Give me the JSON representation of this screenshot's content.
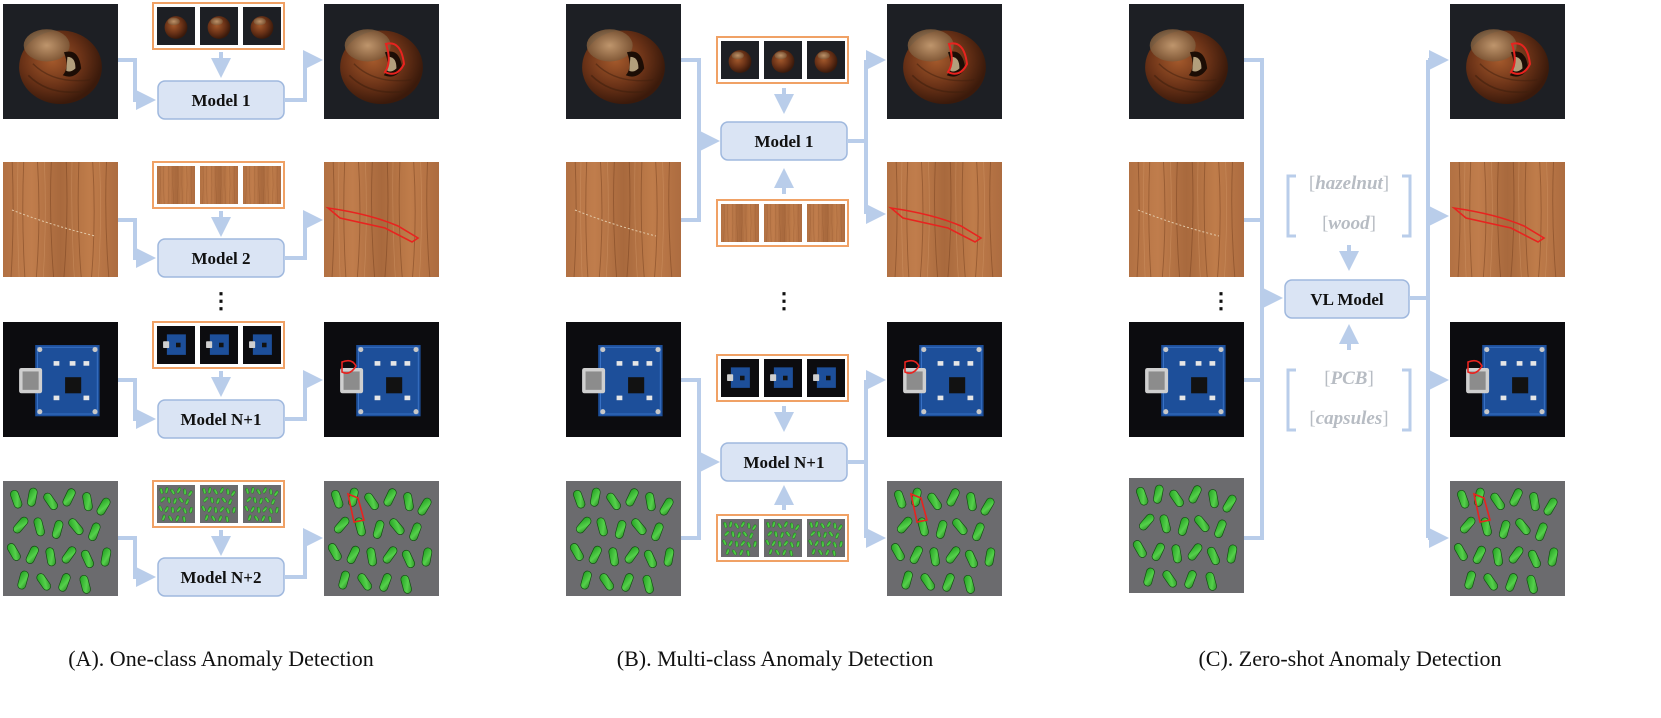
{
  "panels": {
    "a": {
      "caption": "(A). One-class Anomaly Detection",
      "models": [
        "Model 1",
        "Model 2",
        "Model N+1",
        "Model N+2"
      ]
    },
    "b": {
      "caption": "(B). Multi-class Anomaly Detection",
      "models": [
        "Model 1",
        "Model N+1"
      ]
    },
    "c": {
      "caption": "(C). Zero-shot Anomaly Detection",
      "model": "VL Model",
      "prompts": {
        "hazelnut": "hazelnut",
        "wood": "wood",
        "pcb": "PCB",
        "capsules": "capsules"
      }
    }
  },
  "ellipsis": "⋮",
  "colors": {
    "arrow": "#b9cdea",
    "box_fill": "#dae4f4",
    "box_stroke": "#9fb8de",
    "support_frame": "#f0a165",
    "anomaly_mask": "#e8231f"
  },
  "image_types": [
    "hazelnut",
    "wood",
    "pcb",
    "capsules"
  ]
}
